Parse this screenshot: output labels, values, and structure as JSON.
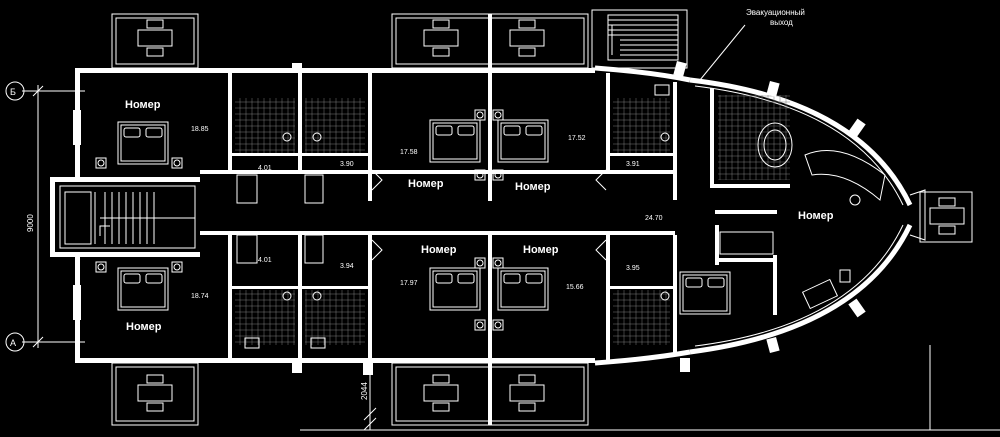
{
  "rooms": {
    "nomer": "Номер"
  },
  "areas": {
    "a1885": "18.85",
    "a401_top": "4.01",
    "a390": "3.90",
    "a1758": "17.58",
    "a1752": "17.52",
    "a391": "3.91",
    "a2470": "24.70",
    "a401_bot": "4.01",
    "a394": "3.94",
    "a1797": "17.97",
    "a1566": "15.66",
    "a395": "3.95",
    "a1874": "18.74"
  },
  "notes": {
    "evac_line1": "Эвакуационный",
    "evac_line2": "выход",
    "dim_9000": "9000",
    "dim_2044": "2044"
  },
  "axes": {
    "b": "Б",
    "a": "А"
  }
}
